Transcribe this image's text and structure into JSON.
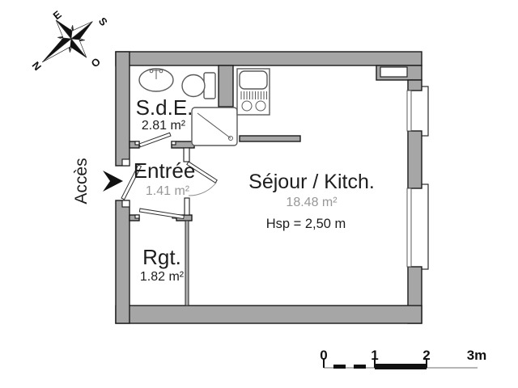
{
  "compass": {
    "east": "E",
    "south": "S",
    "west": "O",
    "north": "N"
  },
  "access_label": "Accès",
  "rooms": {
    "sde": {
      "name": "S.d.E.",
      "area": "2.81 m²"
    },
    "entree": {
      "name": "Entrée",
      "area": "1.41 m²"
    },
    "sejour": {
      "name": "Séjour / Kitch.",
      "area": "18.48 m²",
      "height_note": "Hsp = 2,50 m"
    },
    "rgt": {
      "name": "Rgt.",
      "area": "1.82 m²"
    }
  },
  "scale_bar": {
    "tick_0": "0",
    "tick_1": "1",
    "tick_2": "2",
    "tick_3": "3m"
  },
  "icons": {
    "access_arrow": "right-arrowhead",
    "compass": "compass-rose-8-point"
  },
  "colors": {
    "wall": "#a6a6a6",
    "outline": "#1a1a1a",
    "fixture": "#5a5a5a",
    "text": "#1d1d1d",
    "muted_text": "#979797",
    "scale_black": "#111111"
  }
}
